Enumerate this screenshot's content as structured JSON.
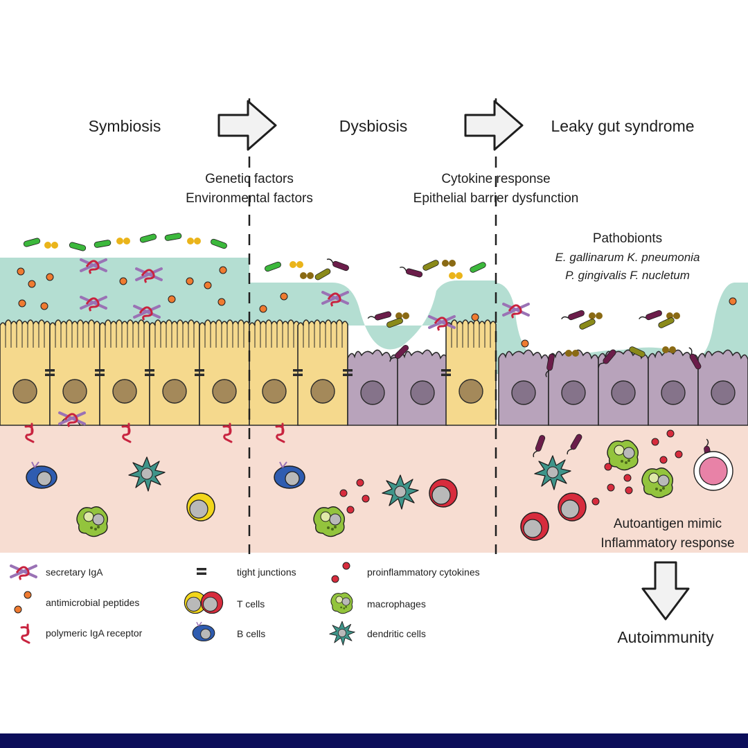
{
  "stages": {
    "symbiosis": "Symbiosis",
    "dysbiosis": "Dysbiosis",
    "leaky_gut": "Leaky gut syndrome"
  },
  "factors": {
    "genetic": "Genetic factors",
    "environmental": "Environmental factors",
    "cytokine": "Cytokine response",
    "barrier": "Epithelial barrier dysfunction"
  },
  "pathobionts": {
    "title": "Pathobionts",
    "line1": "E. gallinarum K. pneumonia",
    "line2": "P. gingivalis F. nucletum"
  },
  "outcomes": {
    "autoantigen": "Autoantigen mimic",
    "inflammatory": "Inflammatory response",
    "autoimmunity": "Autoimmunity"
  },
  "legend": {
    "secretory_iga": "secretary IgA",
    "antimicrobial_peptides": "antimicrobial peptides",
    "polymeric_iga_receptor": "polymeric IgA receptor",
    "tight_junctions": "tight junctions",
    "t_cells": "T cells",
    "b_cells": "B cells",
    "proinflammatory_cytokines": "proinflammatory cytokines",
    "macrophages": "macrophages",
    "dendritic_cells": "dendritic cells"
  },
  "colors": {
    "mucus": "#b4ded2",
    "lamina_propria": "#f7ddd2",
    "healthy_epithelium": "#f5d98d",
    "damaged_epithelium": "#b8a3bb",
    "nucleus_healthy": "#a4895a",
    "nucleus_damaged": "#85738a",
    "commensal_green": "#3cb83c",
    "commensal_yellow": "#eab41a",
    "pathobiont_purple": "#6b1d4a",
    "pathobiont_olive": "#8a8a1a",
    "cytokine_red": "#d72c3d",
    "dendritic_teal": "#3f958a",
    "macrophage_green": "#93c43d",
    "b_cell_blue": "#2f5cb0",
    "iga_purple": "#9a72b5",
    "iga_red": "#c8233f",
    "bottom_bar": "#0c0e5a"
  }
}
